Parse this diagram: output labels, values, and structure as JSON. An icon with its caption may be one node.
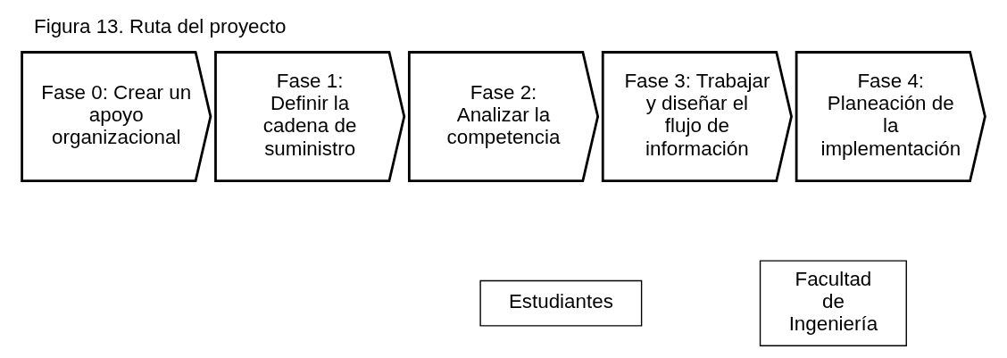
{
  "diagram": {
    "title": "Figura 13. Ruta del proyecto",
    "nodes": [
      {
        "text": [
          "Fase 0: Crear un apoyo organizacional"
        ]
      },
      {
        "text": [
          "Fase 1: Definir la cadena de suministro"
        ]
      },
      {
        "text": [
          "Fase 2: Analizar la competencia"
        ]
      },
      {
        "text": [
          "Fase 3: Trabajar y diseñar el flujo de información"
        ]
      },
      {
        "text": [
          "Fase 4: Planeación de la implementación"
        ]
      },
      {
        "text": [
          "Estudiantes"
        ]
      },
      {
        "text": [
          "Facultad de Ingeniería"
        ]
      }
    ],
    "edges": []
  }
}
